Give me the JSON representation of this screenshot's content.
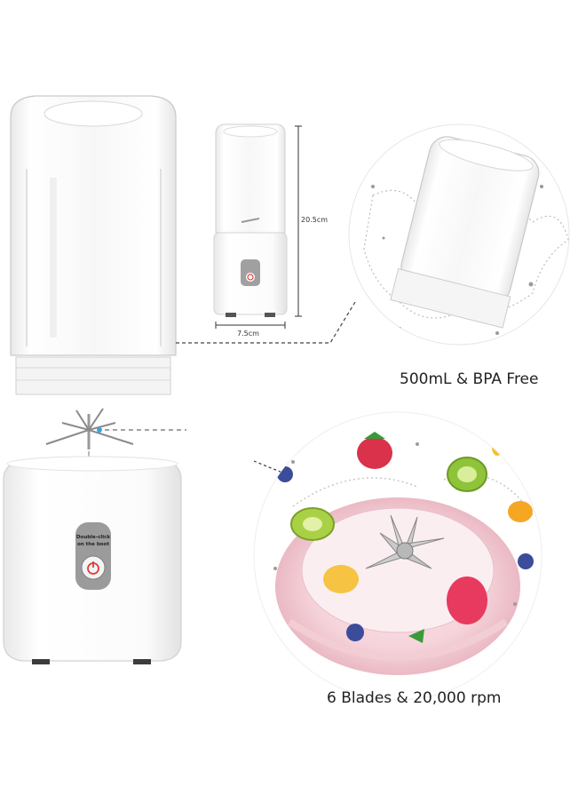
{
  "dimensions": {
    "height_label": "20.5cm",
    "width_label": "7.5cm"
  },
  "captions": {
    "capacity": "500mL & BPA Free",
    "blades": "6 Blades & 20,000 rpm"
  },
  "base_button": {
    "line1": "Double-click",
    "line2": "on the boot"
  },
  "colors": {
    "body": "#ffffff",
    "power": "#e03c3c",
    "panel": "#9b9b9b",
    "blade_ring": "#f3d6dc"
  }
}
